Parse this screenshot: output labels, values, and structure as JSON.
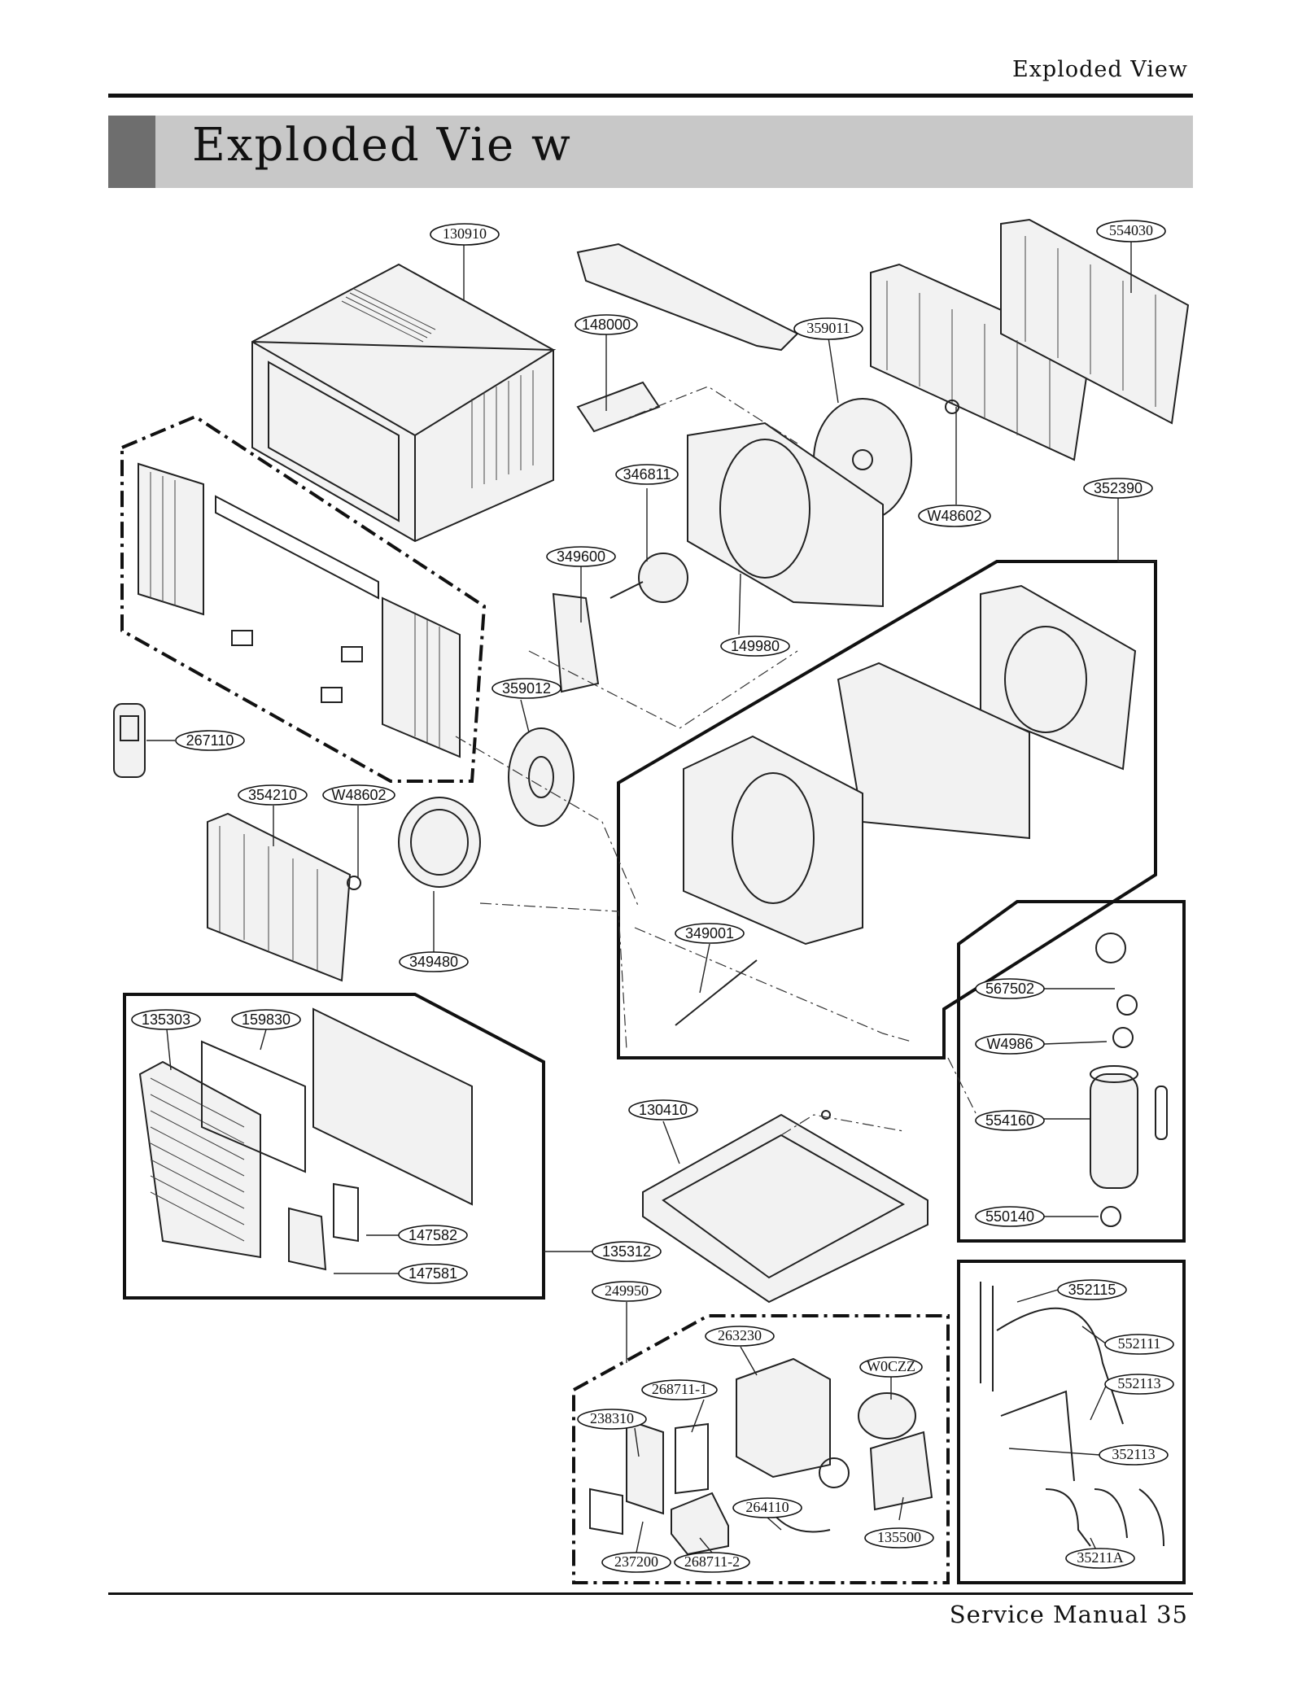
{
  "header": {
    "section": "Exploded View"
  },
  "banner": {
    "title": "Exploded Vie w"
  },
  "footer": {
    "text": "Service Manual 35"
  },
  "parts": {
    "p130910": "130910",
    "p148000": "148000",
    "p359011": "359011",
    "p554030": "554030",
    "p346811": "346811",
    "pW48602a": "W48602",
    "p352390": "352390",
    "p349600": "349600",
    "p149980": "149980",
    "p359012": "359012",
    "p267110": "267110",
    "p354210": "354210",
    "pW48602b": "W48602",
    "p349480": "349480",
    "p349001": "349001",
    "p567502": "567502",
    "pW4986": "W4986",
    "p554160": "554160",
    "p550140": "550140",
    "p135303": "135303",
    "p159830": "159830",
    "p147582": "147582",
    "p147581": "147581",
    "p135312": "135312",
    "p130410": "130410",
    "p249950": "249950",
    "p263230": "263230",
    "p268711_1": "268711-1",
    "pW0CZZ": "W0CZZ",
    "p238310": "238310",
    "p264110": "264110",
    "p135500": "135500",
    "p237200": "237200",
    "p268711_2": "268711-2",
    "p352115": "352115",
    "p552111": "552111",
    "p552113": "552113",
    "p352113": "352113",
    "p35211A": "35211A"
  }
}
